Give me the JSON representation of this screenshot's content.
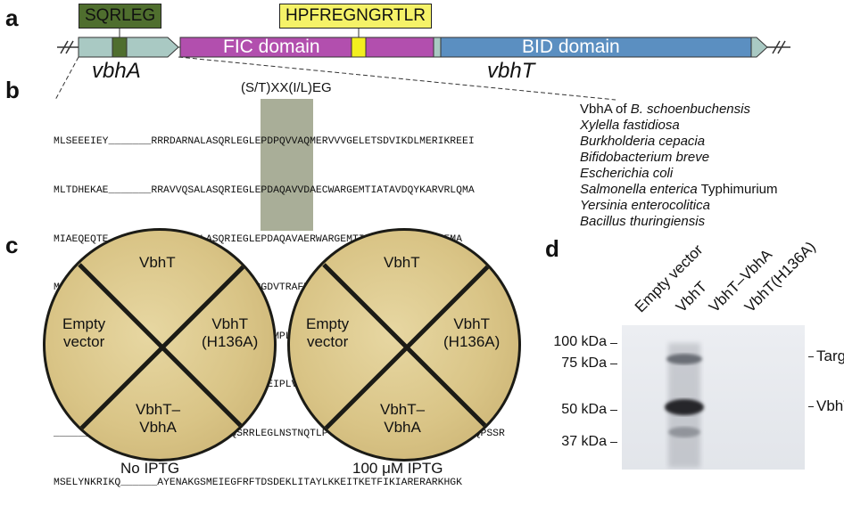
{
  "panel_labels": {
    "a": "a",
    "b": "b",
    "c": "c",
    "d": "d"
  },
  "panel_a": {
    "motif_box_1": "SQRLEG",
    "motif_box_2": "HPFREGNGRTLR",
    "fic_domain": "FIC domain",
    "bid_domain": "BID domain",
    "gene_1": "vbhA",
    "gene_2": "vbhT",
    "colors": {
      "vbha": "#a9c9c3",
      "fic": "#b24fae",
      "bid": "#5b8fc1",
      "motif_box_1": "#4f6e2e",
      "motif_box_2": "#f5f268",
      "hpf": "#f3ee1f"
    }
  },
  "panel_b": {
    "motif_label": "(S/T)XX(I/L)EG",
    "sequences": [
      "MLSEEEIEY_______RRRDARNALASQRLEGLEPDPQVVAQMERVVVGELETSDVIKDLMERIKREEI",
      "MLTDHEKAE_______RRAVVQSALASQRIEGLEPDAQAVVDAECWARGEMTIATAVDQYKARVRLQMA",
      "MIAEQEQTE_______RRAVVQSALASQRIEGLEPDAQAVAERWARGEMTIGAAVDQYKARMRLEMA",
      "MFGTISKSEMRR______RTENVGLSVQSVRLEGGDVTRAFMRDAGEYARGTIDGTEIARTRRYGLE",
      "VKKLTDKQKSR-LWELQRNRNFQ----ASRRLEGVEMPLVTLTAAEA-----ARLEEIRSHYER",
      "VKKLTDKQKSR-FWEQRRNVNFQ----QSRRLEGIEIPLVTLTADEA-----LVRLDEIRRHYER",
      "______MTSLAEKKQYFDRVKLENYR---QSRRLEGLNSTNQTLPTSKN---ERAKLKQSIMNKYATKSQPSSR",
      "MSELYNKRIKQ______AYENAKGSMEIEGFRFTDSDEKLITAYLKKEITKETFIKIARERARKHGK"
    ],
    "organisms": [
      {
        "italic": "",
        "plain_before": "VbhA of ",
        "italic_part": "B. schoenbuchensis",
        "plain_after": ""
      },
      {
        "plain_before": "",
        "italic_part": "Xylella fastidiosa",
        "plain_after": ""
      },
      {
        "plain_before": "",
        "italic_part": "Burkholderia cepacia",
        "plain_after": ""
      },
      {
        "plain_before": "",
        "italic_part": "Bifidobacterium breve",
        "plain_after": ""
      },
      {
        "plain_before": "",
        "italic_part": "Escherichia coli",
        "plain_after": ""
      },
      {
        "plain_before": "",
        "italic_part": "Salmonella enterica",
        "plain_after": " Typhimurium"
      },
      {
        "plain_before": "",
        "italic_part": "Yersinia enterocolitica",
        "plain_after": ""
      },
      {
        "plain_before": "",
        "italic_part": "Bacillus thuringiensis",
        "plain_after": ""
      }
    ]
  },
  "panel_c": {
    "plates": [
      {
        "top": "VbhT",
        "left_1": "Empty",
        "left_2": "vector",
        "right_1": "VbhT",
        "right_2": "(H136A)",
        "bottom_1": "VbhT–",
        "bottom_2": "VbhA",
        "caption": "No IPTG"
      },
      {
        "top": "VbhT",
        "left_1": "Empty",
        "left_2": "vector",
        "right_1": "VbhT",
        "right_2": "(H136A)",
        "bottom_1": "VbhT–",
        "bottom_2": "VbhA",
        "caption": "100 μM IPTG"
      }
    ],
    "colors": {
      "agar": "#d9c486",
      "rim": "#1b1b16"
    }
  },
  "panel_d": {
    "lanes": [
      "Empty vector",
      "VbhT",
      "VbhT–VbhA",
      "VbhT(H136A)"
    ],
    "markers": [
      {
        "label": "100 kDa",
        "kda": 100
      },
      {
        "label": "75 kDa",
        "kda": 75
      },
      {
        "label": "50 kDa",
        "kda": 50
      },
      {
        "label": "37 kDa",
        "kda": 37
      }
    ],
    "band_labels": {
      "target": "Target",
      "vbht": "VbhT"
    }
  }
}
